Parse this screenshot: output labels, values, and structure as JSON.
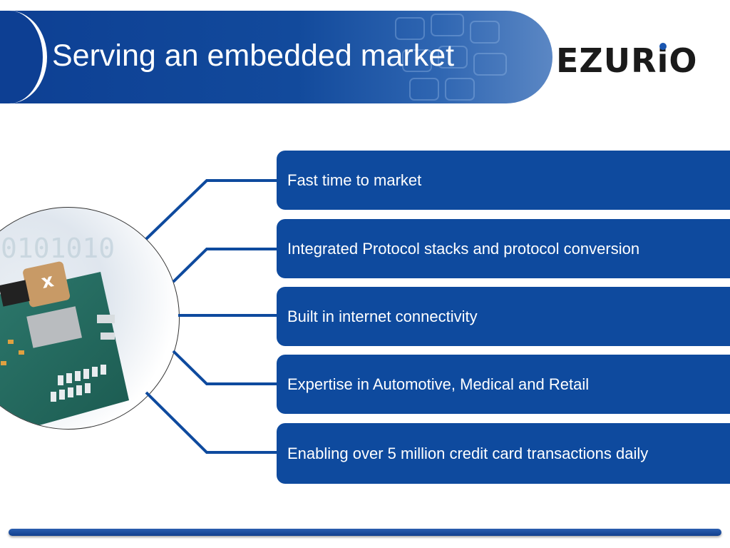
{
  "slide": {
    "title": "Serving an embedded market",
    "logo_text_left": "EZUR",
    "logo_text_i": "i",
    "logo_text_right": "O"
  },
  "items": [
    "Fast time to market",
    "Integrated Protocol stacks and protocol conversion",
    "Built in internet connectivity",
    "Expertise in Automotive, Medical and Retail",
    "Enabling over 5 million credit card transactions daily"
  ],
  "colors": {
    "banner": "#0d3f93",
    "item_box": "#0e4a9e",
    "connector": "#0e4a9e",
    "logo_dot": "#1a56b0"
  },
  "icons": {
    "photo": "circuit-board-photo"
  }
}
